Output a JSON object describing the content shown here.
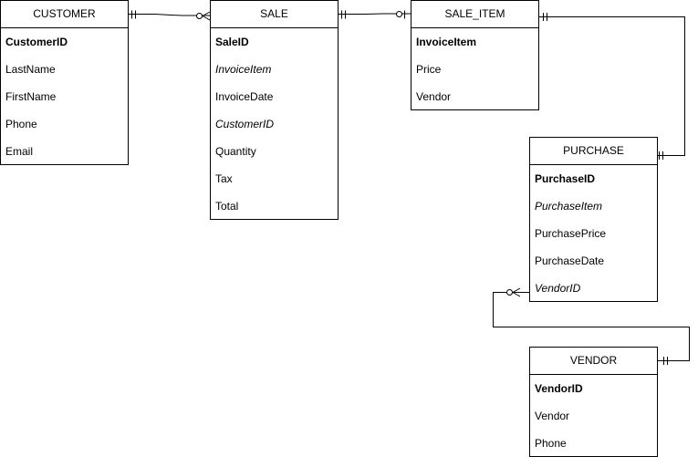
{
  "diagram": {
    "type": "entity-relationship",
    "entities": [
      {
        "id": "customer",
        "title": "CUSTOMER",
        "attributes": [
          {
            "name": "CustomerID",
            "key": "pk"
          },
          {
            "name": "LastName",
            "key": ""
          },
          {
            "name": "FirstName",
            "key": ""
          },
          {
            "name": "Phone",
            "key": ""
          },
          {
            "name": "Email",
            "key": ""
          }
        ]
      },
      {
        "id": "sale",
        "title": "SALE",
        "attributes": [
          {
            "name": "SaleID",
            "key": "pk"
          },
          {
            "name": "InvoiceItem",
            "key": "fk"
          },
          {
            "name": "InvoiceDate",
            "key": ""
          },
          {
            "name": "CustomerID",
            "key": "fk"
          },
          {
            "name": "Quantity",
            "key": ""
          },
          {
            "name": "Tax",
            "key": ""
          },
          {
            "name": "Total",
            "key": ""
          }
        ]
      },
      {
        "id": "sale-item",
        "title": "SALE_ITEM",
        "attributes": [
          {
            "name": "InvoiceItem",
            "key": "pk"
          },
          {
            "name": "Price",
            "key": ""
          },
          {
            "name": "Vendor",
            "key": ""
          }
        ]
      },
      {
        "id": "purchase",
        "title": "PURCHASE",
        "attributes": [
          {
            "name": "PurchaseID",
            "key": "pk"
          },
          {
            "name": "PurchaseItem",
            "key": "fk"
          },
          {
            "name": "PurchasePrice",
            "key": ""
          },
          {
            "name": "PurchaseDate",
            "key": ""
          },
          {
            "name": "VendorID",
            "key": "fk"
          }
        ]
      },
      {
        "id": "vendor",
        "title": "VENDOR",
        "attributes": [
          {
            "name": "VendorID",
            "key": "pk"
          },
          {
            "name": "Vendor",
            "key": ""
          },
          {
            "name": "Phone",
            "key": ""
          }
        ]
      }
    ],
    "relationships": [
      {
        "from": "customer",
        "from_cardinality": "one-and-only-one",
        "to": "sale",
        "to_cardinality": "zero-or-many"
      },
      {
        "from": "sale",
        "from_cardinality": "one-and-only-one",
        "to": "sale-item",
        "to_cardinality": "zero-or-one"
      },
      {
        "from": "sale-item",
        "from_cardinality": "one-and-only-one",
        "to": "purchase",
        "to_cardinality": "one-and-only-one"
      },
      {
        "from": "vendor",
        "from_cardinality": "one-and-only-one",
        "to": "purchase",
        "to_cardinality": "zero-or-many"
      }
    ],
    "colors": {
      "line": "#000000",
      "background": "#ffffff",
      "text": "#000000"
    }
  }
}
